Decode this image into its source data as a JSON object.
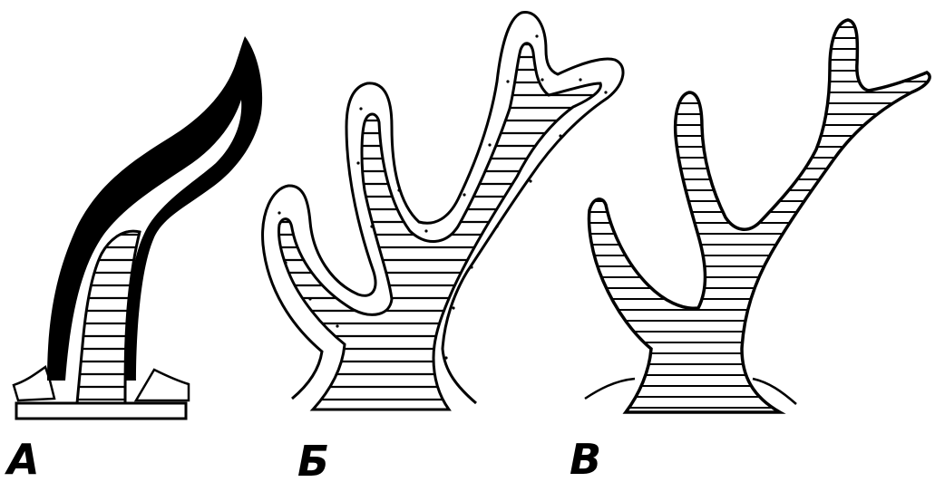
{
  "figure": {
    "panels": [
      {
        "id": "a",
        "label": "А"
      },
      {
        "id": "b",
        "label": "Б"
      },
      {
        "id": "c",
        "label": "В"
      }
    ],
    "colors": {
      "ink": "#000000",
      "paper": "#ffffff",
      "sheath": "#000000"
    }
  }
}
